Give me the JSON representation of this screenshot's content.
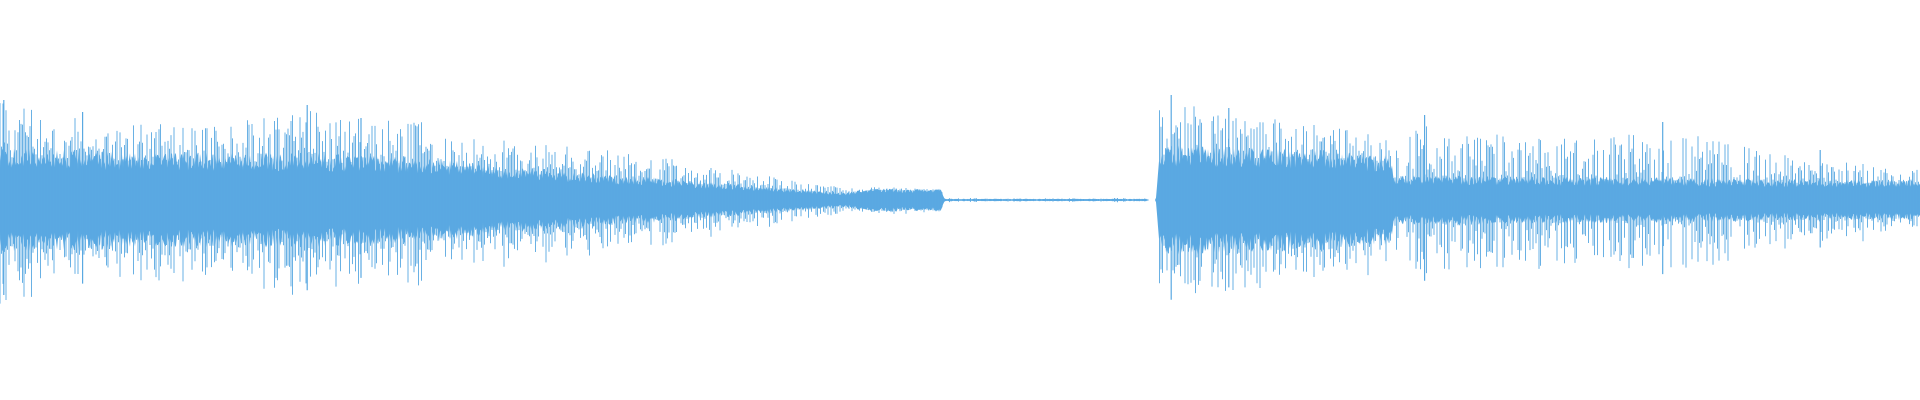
{
  "waveform": {
    "color": "#5aa9e2",
    "background": "#ffffff",
    "envelope": [
      {
        "t": 0.0,
        "peak": 0.97,
        "rms": 0.42,
        "density": 1.0
      },
      {
        "t": 0.05,
        "peak": 0.82,
        "rms": 0.4,
        "density": 1.0
      },
      {
        "t": 0.1,
        "peak": 0.74,
        "rms": 0.38,
        "density": 1.0
      },
      {
        "t": 0.16,
        "peak": 0.92,
        "rms": 0.38,
        "density": 1.0
      },
      {
        "t": 0.22,
        "peak": 0.78,
        "rms": 0.35,
        "density": 1.0
      },
      {
        "t": 0.26,
        "peak": 0.6,
        "rms": 0.28,
        "density": 1.0
      },
      {
        "t": 0.31,
        "peak": 0.52,
        "rms": 0.22,
        "density": 1.0
      },
      {
        "t": 0.36,
        "peak": 0.38,
        "rms": 0.16,
        "density": 1.0
      },
      {
        "t": 0.4,
        "peak": 0.24,
        "rms": 0.11,
        "density": 1.0
      },
      {
        "t": 0.44,
        "peak": 0.12,
        "rms": 0.06,
        "density": 1.0
      },
      {
        "t": 0.458,
        "peak": 0.13,
        "rms": 0.1,
        "density": 1.0
      },
      {
        "t": 0.49,
        "peak": 0.11,
        "rms": 0.09,
        "density": 1.0
      },
      {
        "t": 0.492,
        "peak": 0.02,
        "rms": 0.01,
        "density": 0.25
      },
      {
        "t": 0.597,
        "peak": 0.02,
        "rms": 0.01,
        "density": 0.25
      },
      {
        "t": 0.598,
        "peak": 0.0,
        "rms": 0.0,
        "density": 0.0
      },
      {
        "t": 0.602,
        "peak": 0.0,
        "rms": 0.0,
        "density": 0.0
      },
      {
        "t": 0.604,
        "peak": 1.0,
        "rms": 0.45,
        "density": 1.0
      },
      {
        "t": 0.65,
        "peak": 0.85,
        "rms": 0.42,
        "density": 1.0
      },
      {
        "t": 0.7,
        "peak": 0.72,
        "rms": 0.4,
        "density": 1.0
      },
      {
        "t": 0.724,
        "peak": 0.6,
        "rms": 0.36,
        "density": 1.0
      },
      {
        "t": 0.726,
        "peak": 0.78,
        "rms": 0.2,
        "density": 1.0
      },
      {
        "t": 0.8,
        "peak": 0.62,
        "rms": 0.19,
        "density": 1.0
      },
      {
        "t": 0.87,
        "peak": 0.7,
        "rms": 0.18,
        "density": 1.0
      },
      {
        "t": 0.93,
        "peak": 0.45,
        "rms": 0.17,
        "density": 1.0
      },
      {
        "t": 1.0,
        "peak": 0.3,
        "rms": 0.16,
        "density": 1.0
      }
    ],
    "spikes": [
      {
        "t": 0.002,
        "peak": 1.0
      },
      {
        "t": 0.043,
        "peak": 0.88
      },
      {
        "t": 0.16,
        "peak": 0.95
      },
      {
        "t": 0.188,
        "peak": 0.82
      },
      {
        "t": 0.61,
        "peak": 1.05
      },
      {
        "t": 0.64,
        "peak": 0.92
      },
      {
        "t": 0.742,
        "peak": 0.85
      },
      {
        "t": 0.866,
        "peak": 0.78
      },
      {
        "t": 0.948,
        "peak": 0.5
      }
    ]
  }
}
